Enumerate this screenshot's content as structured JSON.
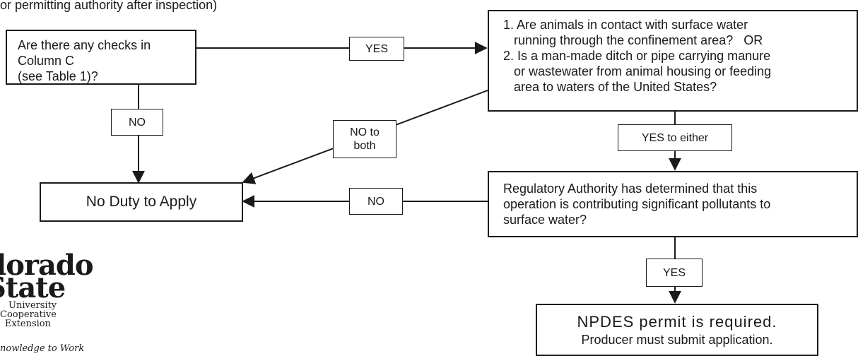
{
  "header": {
    "text": "or permitting authority after inspection)"
  },
  "nodes": {
    "column_c": {
      "line1": "Are there any checks in Column C",
      "line2": "(see Table 1)?"
    },
    "contact": {
      "l1": "1. Are animals in contact with surface water",
      "l2": "running through the confinement area?   OR",
      "l3": "2. Is a man-made ditch or pipe carrying manure",
      "l4": "or wastewater from animal housing or feeding",
      "l5": "area to waters of the United States?"
    },
    "no_duty": {
      "text": "No Duty to Apply"
    },
    "authority": {
      "l1": "Regulatory Authority has determined that this",
      "l2": "operation is contributing significant pollutants to",
      "l3": "surface water?"
    },
    "permit": {
      "l1": "NPDES permit is required.",
      "l2": "Producer must submit application."
    }
  },
  "labels": {
    "yes_top": "YES",
    "no_left": "NO",
    "no_to": "NO to",
    "both": "both",
    "yes_either": "YES to either",
    "no_middle": "NO",
    "yes_bottom": "YES"
  },
  "logo": {
    "l1": "lorado",
    "l2": "State",
    "l3": "University",
    "l4": "Cooperative",
    "l5": "Extension",
    "tagline": "nowledge to Work"
  }
}
